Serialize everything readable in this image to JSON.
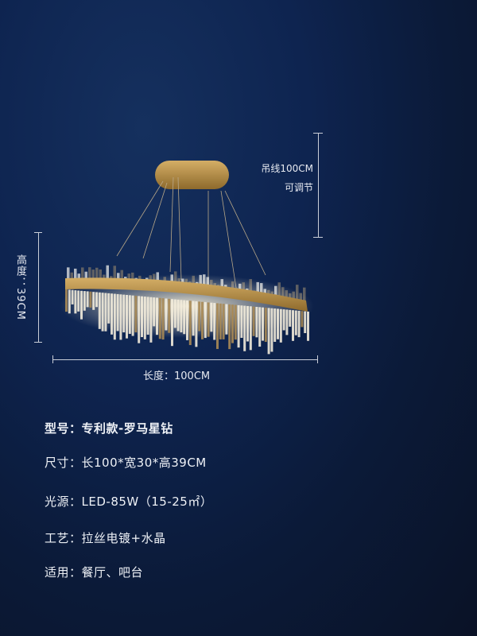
{
  "dimensions": {
    "cord": "吊线100CM",
    "cord_note": "可调节",
    "height": "高度：39CM",
    "length": "长度：100CM"
  },
  "specs": [
    {
      "label": "型号：",
      "value": "专利款-罗马星钻"
    },
    {
      "label": "尺寸：",
      "value": "长100*宽30*高39CM"
    },
    {
      "label": "光源：",
      "value": "LED-85W（15-25㎡）"
    },
    {
      "label": "工艺：",
      "value": "拉丝电镀+水晶"
    },
    {
      "label": "适用：",
      "value": "餐厅、吧台"
    }
  ],
  "colors": {
    "gold": "#b8924a",
    "background": "#0e2450"
  }
}
